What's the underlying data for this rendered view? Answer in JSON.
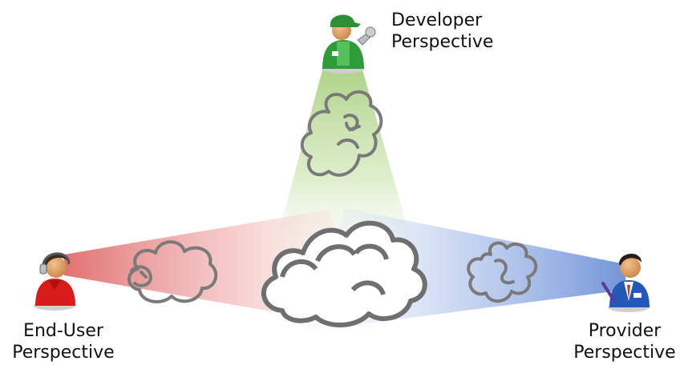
{
  "perspectives": {
    "developer": {
      "line1": "Developer",
      "line2": "Perspective",
      "icon": "developer-with-wrench-icon"
    },
    "end_user": {
      "line1": "End-User",
      "line2": "Perspective",
      "icon": "user-with-headset-icon"
    },
    "provider": {
      "line1": "Provider",
      "line2": "Perspective",
      "icon": "provider-with-pen-icon"
    }
  },
  "colors": {
    "developer_beam": "#a8cf7e",
    "end_user_beam": "#e06a6a",
    "provider_beam": "#6c8fd6",
    "cloud_stroke": "#6f6f6f"
  }
}
